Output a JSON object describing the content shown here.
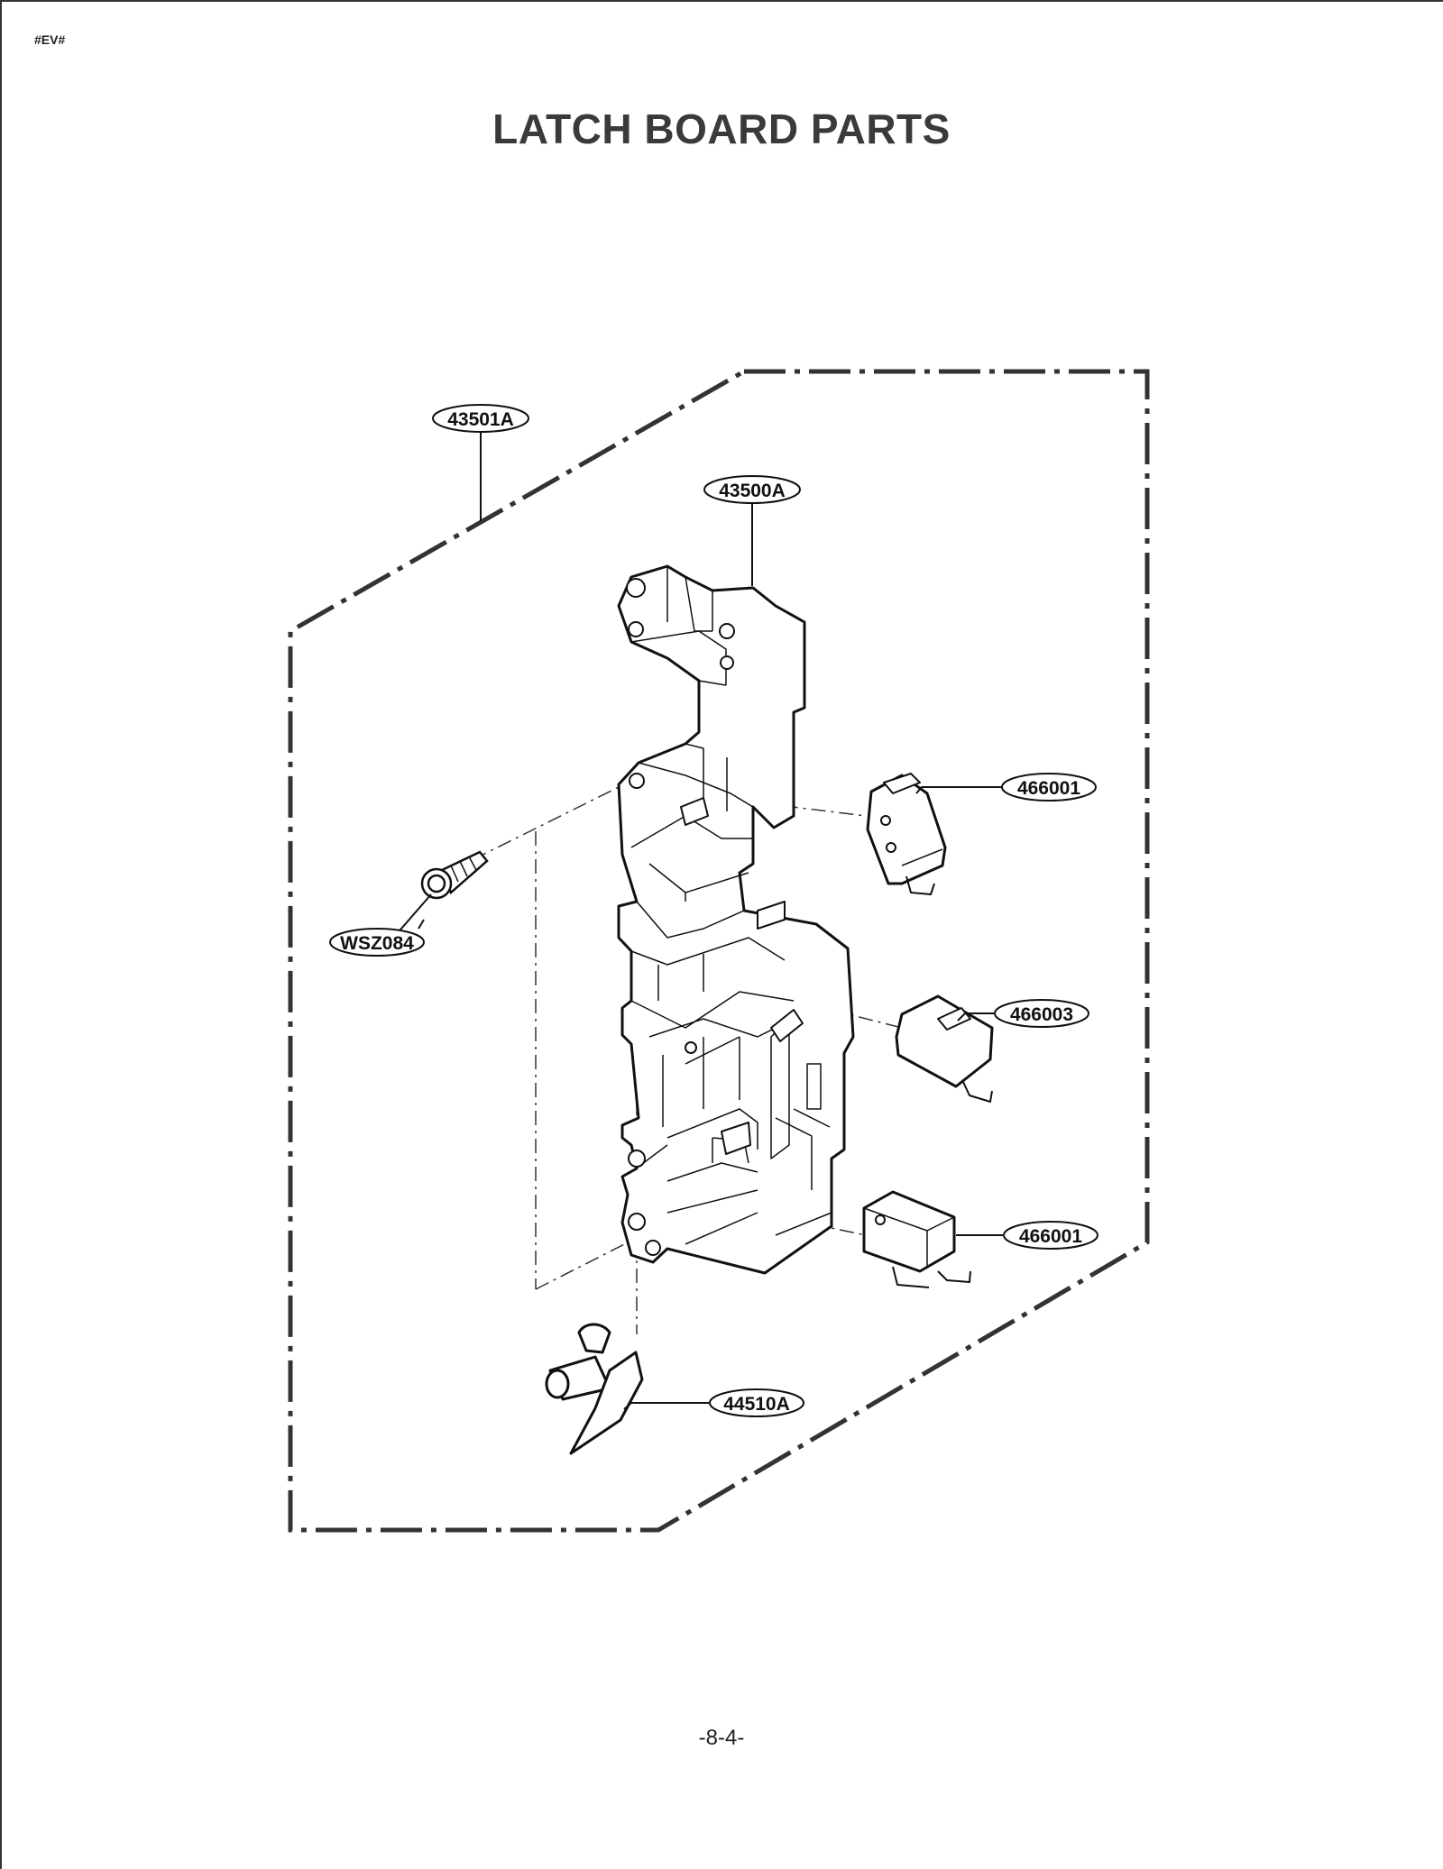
{
  "header": {
    "tag": "#EV#",
    "title": "LATCH BOARD PARTS"
  },
  "diagram": {
    "labels": {
      "frame_part": "43501A",
      "latch_board": "43500A",
      "switch_top": "466001",
      "screw": "WSZ084",
      "switch_middle": "466003",
      "switch_bottom": "466001",
      "lever": "44510A"
    }
  },
  "footer": {
    "page_number": "-8-4-"
  }
}
